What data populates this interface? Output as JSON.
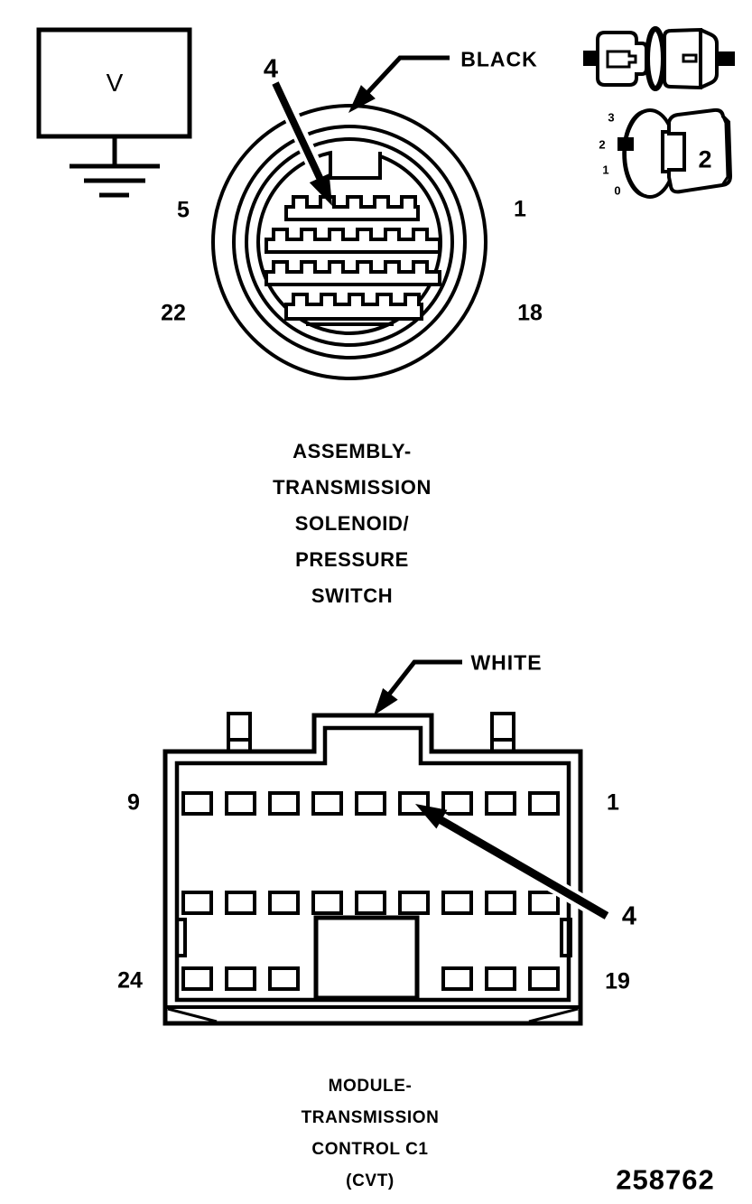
{
  "meter": {
    "label": "V"
  },
  "top_connector": {
    "wire_color_label": "BLACK",
    "terminal_callout": "4",
    "pins": {
      "top_left": "5",
      "top_right": "1",
      "bottom_left": "22",
      "bottom_right": "18"
    },
    "caption_lines": [
      "ASSEMBLY-",
      "TRANSMISSION",
      "SOLENOID/",
      "PRESSURE",
      "SWITCH"
    ]
  },
  "bottom_connector": {
    "wire_color_label": "WHITE",
    "terminal_callout": "4",
    "pins": {
      "top_left": "9",
      "top_right": "1",
      "bottom_left": "24",
      "bottom_right": "19"
    },
    "caption_lines": [
      "MODULE-",
      "TRANSMISSION",
      "CONTROL C1",
      "(CVT)"
    ]
  },
  "legend": {
    "tool_scale_ticks": [
      "3",
      "2",
      "1",
      "0"
    ],
    "tool_value": "2"
  },
  "figure_number": "258762",
  "colors": {
    "line": "#000000",
    "background": "#ffffff"
  }
}
